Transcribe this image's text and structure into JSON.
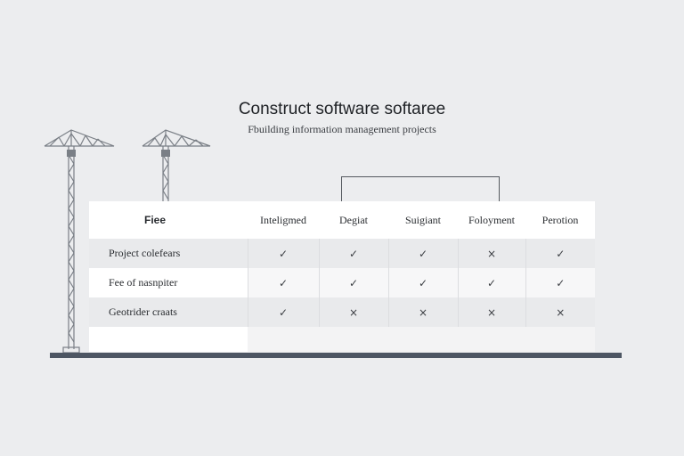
{
  "header": {
    "title": "Construct software softaree",
    "subtitle": "Fbuilding information management projects"
  },
  "table": {
    "feature_header": "Fiee",
    "columns": [
      "Inteligmed",
      "Degiat",
      "Suigiant",
      "Foloyment",
      "Perotion"
    ],
    "rows": [
      {
        "feature": "Project colefears",
        "marks": [
          "✓",
          "✓",
          "✓",
          "×",
          "✓"
        ]
      },
      {
        "feature": "Fee of nasnpiter",
        "marks": [
          "✓",
          "✓",
          "✓",
          "✓",
          "✓"
        ]
      },
      {
        "feature": "Geotrider craats",
        "marks": [
          "✓",
          "×",
          "×",
          "×",
          "×"
        ]
      }
    ]
  },
  "icons": {
    "crane": "tower-crane-icon"
  },
  "colors": {
    "background": "#ecedef",
    "base_bar": "#4d5663",
    "crane": "#7a7f86"
  }
}
